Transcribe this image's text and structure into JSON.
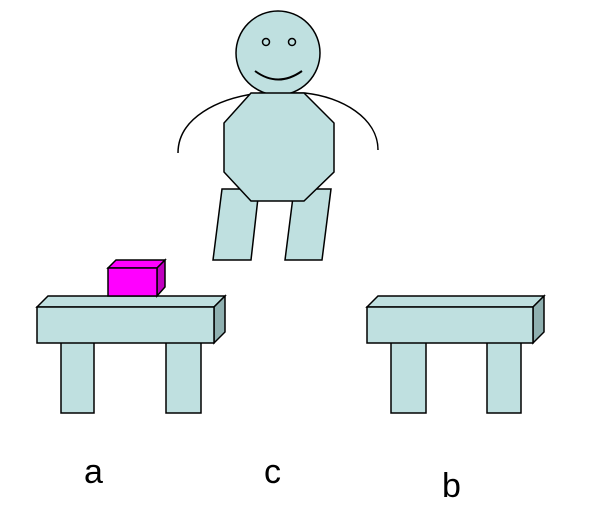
{
  "labels": {
    "table_left": "a",
    "robot": "c",
    "table_right": "b"
  },
  "colors": {
    "body_fill": "#bfe0e0",
    "block_fill": "#ff00ff",
    "stroke": "#000000",
    "background": "#ffffff"
  },
  "objects": [
    {
      "name": "robot",
      "label": "c",
      "description_icon": "robot-figure-icon"
    },
    {
      "name": "table-left",
      "label": "a",
      "holds": "block"
    },
    {
      "name": "table-right",
      "label": "b",
      "holds": null
    }
  ]
}
